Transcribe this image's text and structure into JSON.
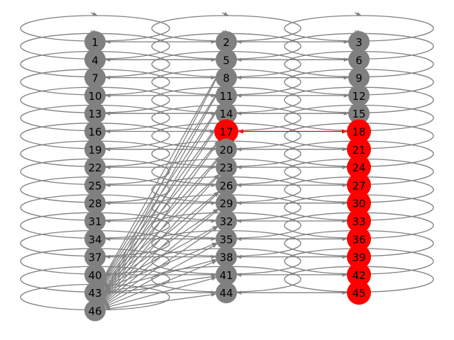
{
  "colors": {
    "default_node": "#808080",
    "highlight_node": "#ff0000",
    "default_edge": "#808080",
    "highlight_edge": "#ff0000",
    "background": "#ffffff"
  },
  "graph": {
    "nodes": [
      {
        "id": "1"
      },
      {
        "id": "2"
      },
      {
        "id": "3"
      },
      {
        "id": "4"
      },
      {
        "id": "5"
      },
      {
        "id": "6"
      },
      {
        "id": "7"
      },
      {
        "id": "8"
      },
      {
        "id": "9"
      },
      {
        "id": "10"
      },
      {
        "id": "11"
      },
      {
        "id": "12"
      },
      {
        "id": "13"
      },
      {
        "id": "14"
      },
      {
        "id": "15"
      },
      {
        "id": "16"
      },
      {
        "id": "17",
        "highlight": true
      },
      {
        "id": "18",
        "highlight": true
      },
      {
        "id": "19"
      },
      {
        "id": "20"
      },
      {
        "id": "21",
        "highlight": true
      },
      {
        "id": "22"
      },
      {
        "id": "23"
      },
      {
        "id": "24",
        "highlight": true
      },
      {
        "id": "25"
      },
      {
        "id": "26"
      },
      {
        "id": "27",
        "highlight": true
      },
      {
        "id": "28"
      },
      {
        "id": "29"
      },
      {
        "id": "30",
        "highlight": true
      },
      {
        "id": "31"
      },
      {
        "id": "32"
      },
      {
        "id": "33",
        "highlight": true
      },
      {
        "id": "34"
      },
      {
        "id": "35"
      },
      {
        "id": "36",
        "highlight": true
      },
      {
        "id": "37"
      },
      {
        "id": "38"
      },
      {
        "id": "39",
        "highlight": true
      },
      {
        "id": "40"
      },
      {
        "id": "41"
      },
      {
        "id": "42",
        "highlight": true
      },
      {
        "id": "43"
      },
      {
        "id": "44"
      },
      {
        "id": "45",
        "highlight": true
      },
      {
        "id": "46"
      }
    ],
    "highlighted_edge": {
      "from": "17",
      "to": "18"
    }
  }
}
